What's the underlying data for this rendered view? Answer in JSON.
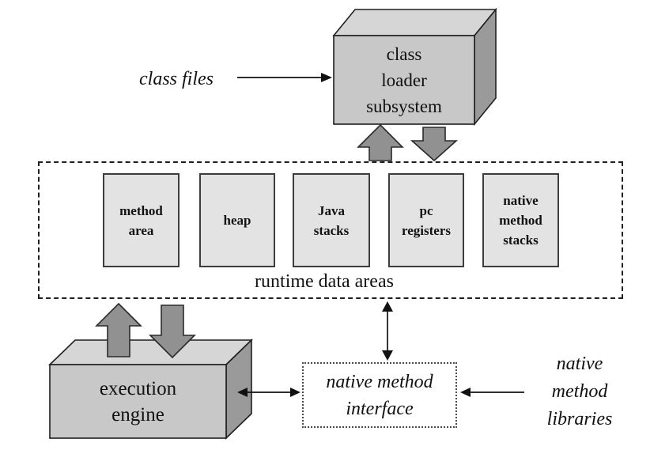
{
  "diagram": {
    "labels": {
      "class_files": "class files",
      "class_loader_subsystem": "class\nloader\nsubsystem",
      "runtime_data_areas": "runtime data areas",
      "execution_engine": "execution\nengine",
      "native_method_interface": "native method\ninterface",
      "native_method_libraries": "native\nmethod\nlibraries"
    },
    "runtime_boxes": [
      {
        "label": "method\narea"
      },
      {
        "label": "heap"
      },
      {
        "label": "Java\nstacks"
      },
      {
        "label": "pc\nregisters"
      },
      {
        "label": "native\nmethod\nstacks"
      }
    ],
    "colors": {
      "box_front": "#c8c8c8",
      "box_top": "#d6d6d6",
      "box_side": "#9a9a9a",
      "inner_box_fill": "#e3e3e3",
      "block_arrow_fill": "#919191",
      "outline": "#1f1f1f",
      "background": "#ffffff"
    }
  }
}
